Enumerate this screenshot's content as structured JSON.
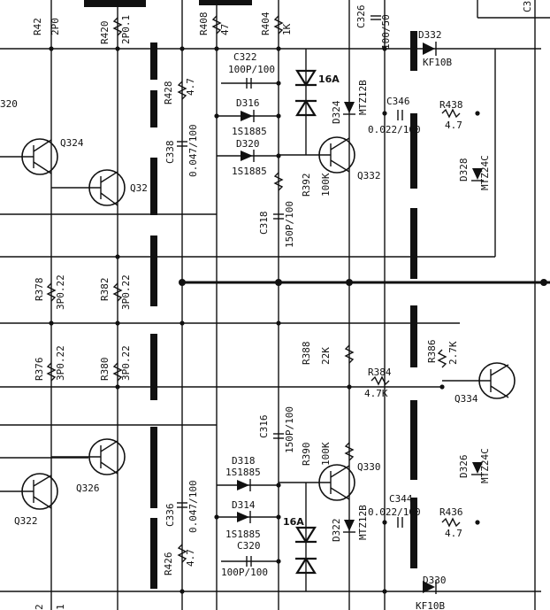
{
  "resistors": [
    {
      "ref": "R420",
      "value": "2P0.1"
    },
    {
      "ref": "R408",
      "value": "47"
    },
    {
      "ref": "R404",
      "value": "1K"
    },
    {
      "ref": "R428",
      "value": "4.7"
    },
    {
      "ref": "R438",
      "value": "4.7"
    },
    {
      "ref": "R392",
      "value": "100K"
    },
    {
      "ref": "R378",
      "value": "3P0.22"
    },
    {
      "ref": "R382",
      "value": "3P0.22"
    },
    {
      "ref": "R376",
      "value": "3P0.22"
    },
    {
      "ref": "R380",
      "value": "3P0.22"
    },
    {
      "ref": "R388",
      "value": "22K"
    },
    {
      "ref": "R386",
      "value": "2.7K"
    },
    {
      "ref": "R384",
      "value": "4.7K"
    },
    {
      "ref": "R390",
      "value": "100K"
    },
    {
      "ref": "R426",
      "value": "4.7"
    },
    {
      "ref": "R436",
      "value": "4.7"
    }
  ],
  "capacitors": [
    {
      "ref": "C326",
      "value": "100/50"
    },
    {
      "ref": "C322",
      "value": "100P/100"
    },
    {
      "ref": "C346",
      "value": "0.022/100"
    },
    {
      "ref": "C338",
      "value": "0.047/100"
    },
    {
      "ref": "C318",
      "value": "150P/100"
    },
    {
      "ref": "C316",
      "value": "150P/100"
    },
    {
      "ref": "C336",
      "value": "0.047/100"
    },
    {
      "ref": "C320",
      "value": "100P/100"
    },
    {
      "ref": "C344",
      "value": "0.022/100"
    }
  ],
  "diodes": [
    {
      "ref": "D332",
      "value": "KF10B"
    },
    {
      "ref": "D316",
      "value": "1S1885"
    },
    {
      "ref": "D320",
      "value": "1S1885"
    },
    {
      "ref": "D324",
      "value": "MTZ12B"
    },
    {
      "ref": "D328",
      "value": "MTZ24C"
    },
    {
      "ref": "D318",
      "value": "1S1885"
    },
    {
      "ref": "D314",
      "value": "1S1885"
    },
    {
      "ref": "D322",
      "value": "MTZ12B"
    },
    {
      "ref": "D326",
      "value": "MTZ24C"
    },
    {
      "ref": "D330",
      "value": "KF10B"
    }
  ],
  "transistors": [
    "Q324",
    "Q32",
    "Q332",
    "Q334",
    "Q326",
    "Q322",
    "Q330"
  ],
  "annotations": {
    "fuse_top": "16A",
    "fuse_bottom": "16A",
    "cut_left": "320",
    "cut_tl": "R42",
    "cut_tl_val": "2P0",
    "cut_c3": "C3",
    "cut_bl1": "2",
    "cut_bl2": "1"
  }
}
